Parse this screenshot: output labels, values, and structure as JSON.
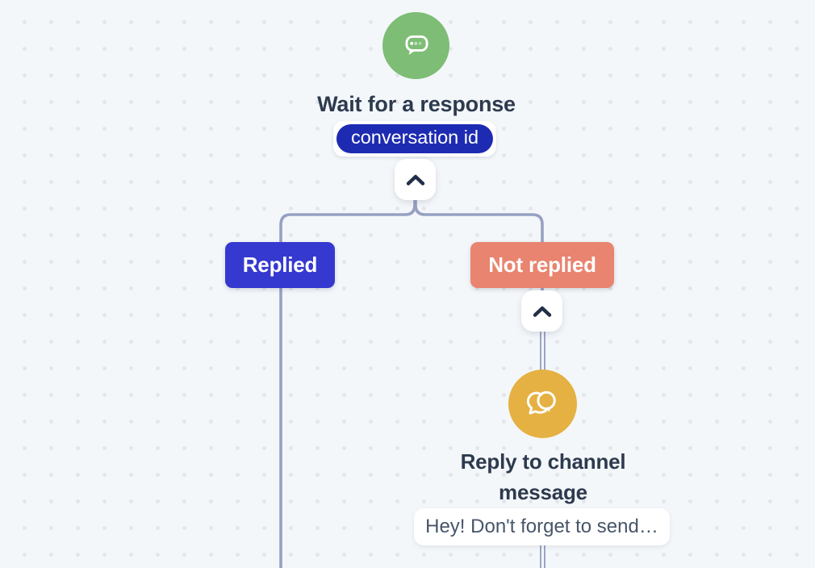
{
  "canvas": {
    "type": "chatbot-flow-builder"
  },
  "colors": {
    "background": "#F4F7FA",
    "grid_dot": "#E2E5E9",
    "connector": "#96A1C2",
    "title_text": "#2D3A4E",
    "chevron": "#222F49",
    "wait_icon_bg": "#7EBD75",
    "reply_icon_bg": "#E5B142",
    "badge_bg": "#1D2BB2",
    "replied_bg": "#3539CF",
    "not_replied_bg": "#E8846F",
    "message_text": "#475569"
  },
  "wait_node": {
    "icon": "chat-bubble-icon",
    "title": "Wait for a response",
    "badge": "conversation id"
  },
  "branches": {
    "replied_label": "Replied",
    "not_replied_label": "Not replied"
  },
  "reply_node": {
    "icon": "channel-chat-icon",
    "title": "Reply to channel message",
    "message_preview": "Hey! Don't forget to send…"
  }
}
